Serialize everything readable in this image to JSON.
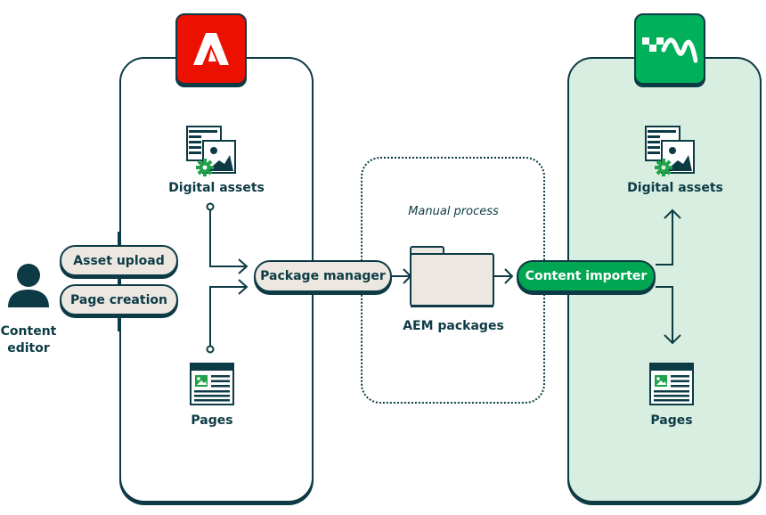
{
  "actor": {
    "label": "Content\neditor",
    "line1": "Content",
    "line2": "editor",
    "icon": "person-icon"
  },
  "source_system": {
    "logo": "adobe-logo-icon",
    "brand_color": "#eb1000",
    "assets_label": "Digital assets",
    "pages_label": "Pages"
  },
  "actions": [
    {
      "label": "Asset upload"
    },
    {
      "label": "Page creation"
    }
  ],
  "package_manager": {
    "label": "Package manager"
  },
  "manual_process": {
    "title": "Manual process",
    "folder_label": "AEM packages",
    "icon": "folder-icon"
  },
  "target_system": {
    "logo": "content-importer-logo-icon",
    "brand_color": "#00b05a",
    "importer_label": "Content importer",
    "assets_label": "Digital assets",
    "pages_label": "Pages"
  },
  "colors": {
    "ink": "#0d3b45",
    "pill_fill": "#ece8e1",
    "green": "#00a651",
    "target_panel_fill": "#d8eee0"
  }
}
